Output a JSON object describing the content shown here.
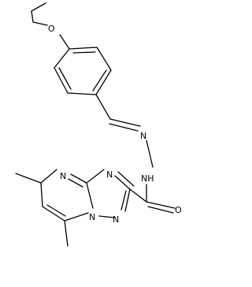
{
  "atoms": {
    "o_ether": "O",
    "nh": "NH",
    "n_imine": "N",
    "o_carbonyl": "O",
    "n_pyr": "N",
    "n_tri_right": "N",
    "n_tri_bottom": "N",
    "n_bridge": "N"
  }
}
